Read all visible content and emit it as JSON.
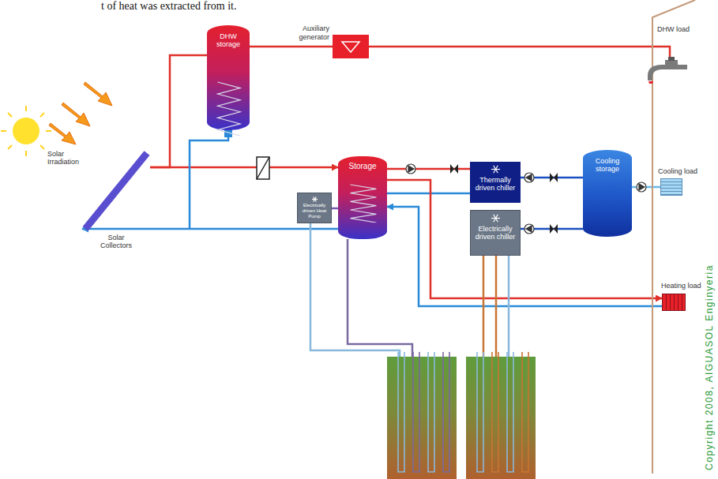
{
  "diagram": {
    "nodes": [
      {
        "text": [
          "DHW storage"
        ]
      },
      {
        "text": [
          "Auxiliary generator"
        ]
      },
      {
        "text": [
          "DHW load"
        ]
      },
      {
        "text": [
          "Solar Collectors"
        ]
      },
      {
        "text": [
          "Storage"
        ]
      },
      {
        "text": [
          "Electrically driven Heat Pump"
        ]
      },
      {
        "text": [
          "Thermally driven chiller"
        ]
      },
      {
        "text": [
          "Electrically driven chiller"
        ]
      },
      {
        "text": [
          "Cooling storage"
        ]
      },
      {
        "text": [
          "Cooling load"
        ]
      },
      {
        "text": [
          "Heating load"
        ]
      }
    ],
    "edges": [
      {
        "from": 3,
        "to": 0,
        "arrow": "none"
      },
      {
        "from": 0,
        "to": 1,
        "arrow": "none"
      },
      {
        "from": 1,
        "to": 2,
        "arrow": "none"
      },
      {
        "from": 3,
        "to": 4,
        "arrow": "to"
      },
      {
        "from": 4,
        "to": 3,
        "arrow": "to"
      },
      {
        "from": 4,
        "to": 6,
        "arrow": "none"
      },
      {
        "from": 6,
        "to": 4,
        "arrow": "none"
      },
      {
        "from": 6,
        "to": 8,
        "arrow": "none"
      },
      {
        "from": 7,
        "to": 8,
        "arrow": "none"
      },
      {
        "from": 8,
        "to": 9,
        "arrow": "none"
      },
      {
        "from": 4,
        "to": 10,
        "arrow": "to"
      },
      {
        "from": 10,
        "to": 4,
        "arrow": "to"
      },
      {
        "from": 5,
        "to": 4,
        "arrow": "none"
      }
    ],
    "labels": [
      "t of heat was extracted from it.",
      "Solar Irradiation",
      "Copyright 2008, AIGUASOL Enginyeria"
    ]
  }
}
